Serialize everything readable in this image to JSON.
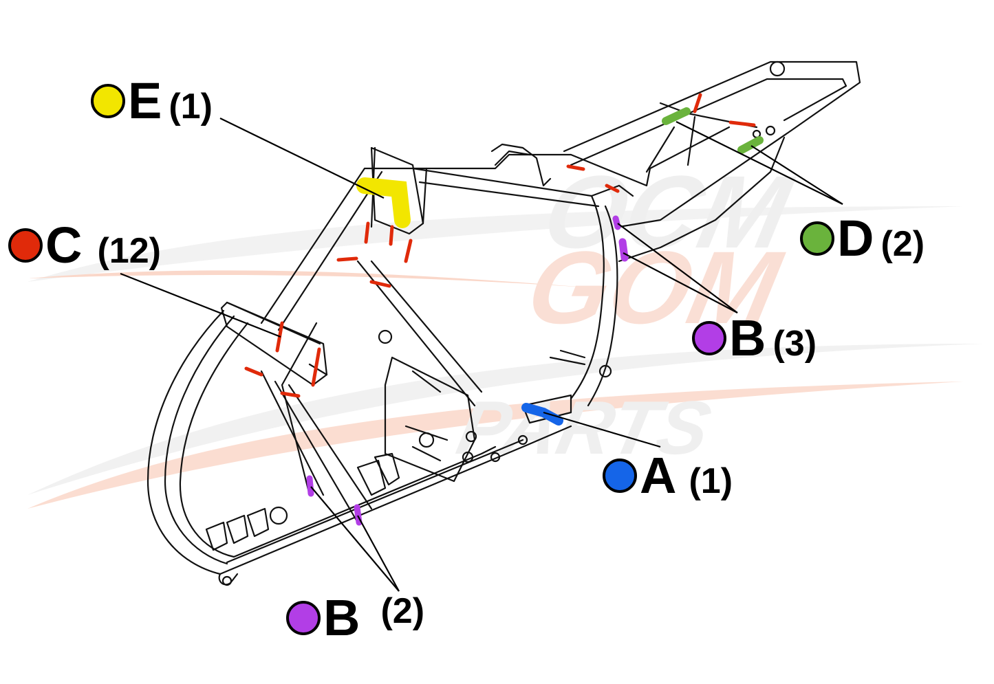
{
  "watermark": {
    "line1": "OCM",
    "line2": "GOM",
    "line3": "PARTS",
    "accent_color": "#f26b3a",
    "gray_color": "#d9d9d9"
  },
  "frame_drawing": {
    "icon": "motorcycle-frame-line-drawing",
    "stroke_color": "#111111"
  },
  "callouts": [
    {
      "id": "E",
      "letter": "E",
      "count": "(1)",
      "color": "#f2e600",
      "description": "yellow weld mark"
    },
    {
      "id": "C",
      "letter": "C",
      "count": "(12)",
      "color": "#e02a0a",
      "description": "red weld marks"
    },
    {
      "id": "D",
      "letter": "D",
      "count": "(2)",
      "color": "#6ab33c",
      "description": "green weld marks"
    },
    {
      "id": "B3",
      "letter": "B",
      "count": "(3)",
      "color": "#b23ee6",
      "description": "purple weld marks"
    },
    {
      "id": "A",
      "letter": "A",
      "count": "(1)",
      "color": "#1565e8",
      "description": "blue weld mark"
    },
    {
      "id": "B2",
      "letter": "B",
      "count": "(2)",
      "color": "#b23ee6",
      "description": "purple weld marks"
    }
  ]
}
